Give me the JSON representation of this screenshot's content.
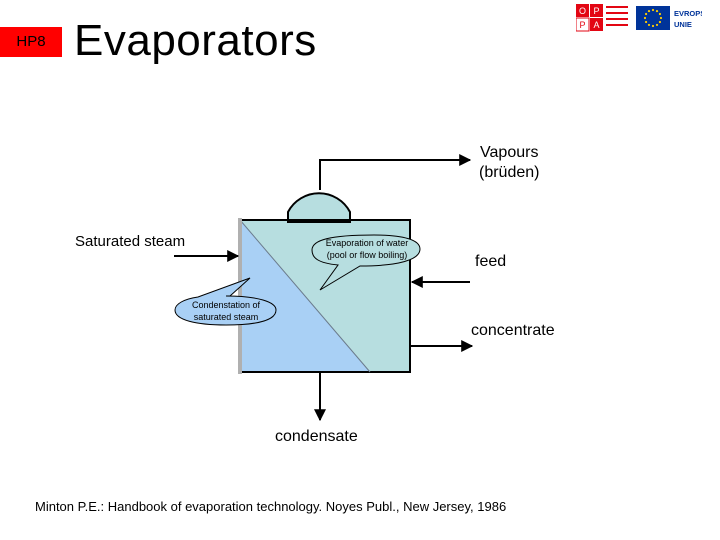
{
  "header": {
    "badge": "HP8",
    "title": "Evaporators",
    "logo_opp_letters": [
      "O",
      "P",
      "P",
      "A"
    ],
    "eu_logo_text_line1": "EVROPSKÁ",
    "eu_logo_text_line2": "UNIE"
  },
  "diagram": {
    "vapours_label_line1": "Vapours",
    "vapours_label_line2": "(brüden)",
    "steam_label": "Saturated steam",
    "feed_label": "feed",
    "concentrate_label": "concentrate",
    "condensate_label": "condensate",
    "evaporation_callout_line1": "Evaporation of water",
    "evaporation_callout_line2": "(pool or flow boiling)",
    "condensation_callout_line1": "Condenstation of",
    "condensation_callout_line2": "saturated steam",
    "colors": {
      "steam_region": "#a9d0f5",
      "liquid_region": "#b7dee0",
      "vessel_outline": "#000000"
    }
  },
  "footer": {
    "citation": "Minton P.E.: Handbook of evaporation technology. Noyes Publ., New Jersey, 1986"
  },
  "colors": {
    "badge_background": "#ff0000",
    "opp_logo_red": "#e30613",
    "eu_blue": "#003399",
    "eu_star": "#ffcc00"
  }
}
